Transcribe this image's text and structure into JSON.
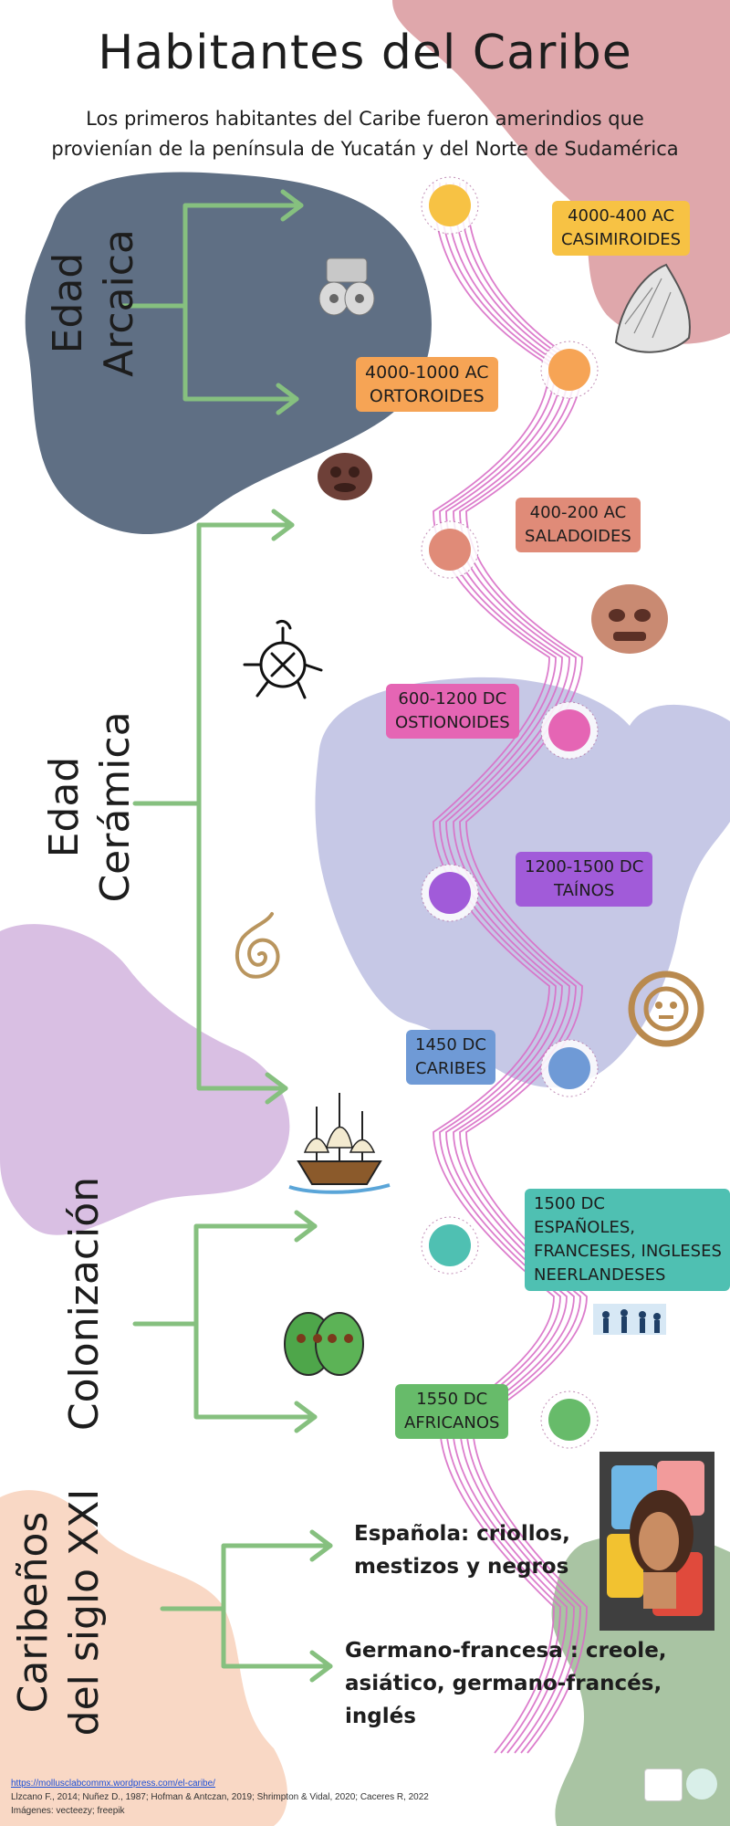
{
  "title": "Habitantes del Caribe",
  "subtitle": {
    "line1": "Los primeros habitantes del Caribe fueron amerindios que",
    "line2": "provienían de la península de Yucatán y del Norte de Sudamérica"
  },
  "eras": {
    "arcaica": {
      "line1": "Edad",
      "line2": "Arcaica"
    },
    "ceramica": {
      "line1": "Edad",
      "line2": "Cerámica"
    },
    "colonizacion": {
      "line1": "Colonización"
    },
    "siglo21": {
      "line1": "Caribeños",
      "line2": "del siglo XXI"
    }
  },
  "groups": [
    {
      "date": "4000-400 AC",
      "name": "CASIMIROIDES",
      "color": "#f7c244"
    },
    {
      "date": "4000-1000 AC",
      "name": "ORTOROIDES",
      "color": "#f6a455"
    },
    {
      "date": "400-200 AC",
      "name": "SALADOIDES",
      "color": "#e08b78"
    },
    {
      "date": "600-1200 DC",
      "name": "OSTIONOIDES",
      "color": "#e565b4"
    },
    {
      "date": "1200-1500 DC",
      "name": "TAÍNOS",
      "color": "#a15bd9"
    },
    {
      "date": "1450 DC",
      "name": "CARIBES",
      "color": "#6f9ad6"
    },
    {
      "date": "1500 DC",
      "lines": [
        "ESPAÑOLES,",
        "FRANCESES, INGLESES",
        "NEERLANDESES"
      ],
      "color": "#4fc0b2"
    },
    {
      "date": "1550 DC",
      "name": "AFRICANOS",
      "color": "#67bb6a"
    }
  ],
  "siglo21_items": {
    "espanola": {
      "line1": "Española: criollos,",
      "line2": "mestizos y negros"
    },
    "germano": {
      "line1": "Germano-francesa : creole,",
      "line2": "asiático, germano-francés,",
      "line3": "inglés"
    }
  },
  "footer": {
    "url": "https://mollusclabcommx.wordpress.com/el-caribe/",
    "refs": "Llzcano F., 2014; Nuñez D., 1987;  Hofman & Antczan, 2019; Shrimpton & Vidal, 2020; Caceres R, 2022",
    "images": "Imágenes: vecteezy; freepik"
  },
  "colors": {
    "timeline": "#d96fc7",
    "arrow": "#86c07f",
    "blob_gray": "#5f6f84",
    "blob_lavender": "#c6c8e6",
    "blob_purple": "#d9bfe3",
    "blob_pink": "#dfa7ab",
    "blob_peach": "#f9d8c5",
    "blob_sage": "#a9c4a3"
  }
}
